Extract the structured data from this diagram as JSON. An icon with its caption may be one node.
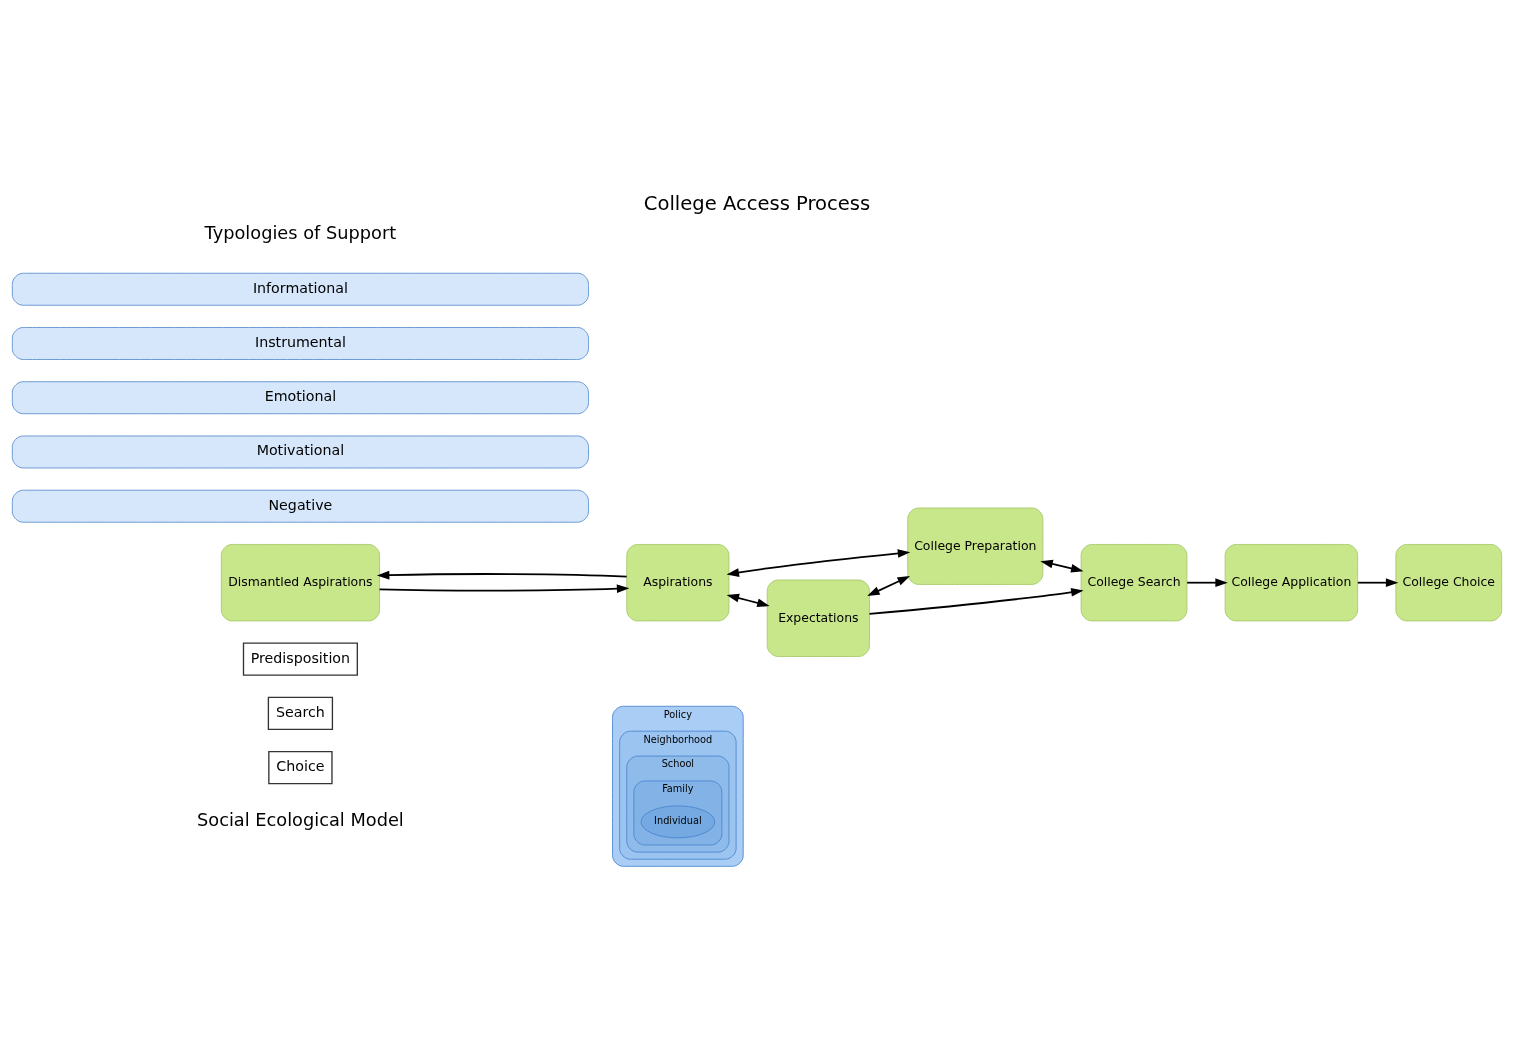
{
  "diagram": {
    "title": "College Access Process",
    "nodes": [
      {
        "text": [
          "Policy"
        ]
      },
      {
        "text": [
          "Neighborhood"
        ],
        "in": 0
      },
      {
        "text": [
          "School"
        ],
        "in": 1
      },
      {
        "text": [
          "Family"
        ],
        "in": 2
      },
      {
        "text": [
          "Individual"
        ],
        "in": 3
      },
      {
        "text": [
          "Predisposition"
        ]
      },
      {
        "text": [
          "Search"
        ]
      },
      {
        "text": [
          "Choice"
        ]
      },
      {
        "text": [
          "Dismantled Aspirations"
        ]
      },
      {
        "text": [
          "Aspirations"
        ]
      },
      {
        "text": [
          "Expectations"
        ]
      },
      {
        "text": [
          "College Preparation"
        ]
      },
      {
        "text": [
          "College Search"
        ]
      },
      {
        "text": [
          "College Application"
        ]
      },
      {
        "text": [
          "College Choice"
        ]
      },
      {
        "text": [
          "Informational"
        ]
      },
      {
        "text": [
          "Instrumental"
        ]
      },
      {
        "text": [
          "Emotional"
        ]
      },
      {
        "text": [
          "Motivational"
        ]
      },
      {
        "text": [
          "Negative"
        ]
      }
    ],
    "edges": [
      {
        "from": 9,
        "to": 8,
        "arrow": "to"
      },
      {
        "from": 8,
        "to": 9,
        "arrow": "to"
      },
      {
        "from": 9,
        "to": 11,
        "arrow": "both"
      },
      {
        "from": 10,
        "to": 11,
        "arrow": "both"
      },
      {
        "from": 9,
        "to": 10,
        "arrow": "both"
      },
      {
        "from": 11,
        "to": 12,
        "arrow": "both"
      },
      {
        "from": 10,
        "to": 12,
        "arrow": "to"
      },
      {
        "from": 12,
        "to": 13,
        "arrow": "to"
      },
      {
        "from": 13,
        "to": 14,
        "arrow": "to"
      }
    ],
    "labels": [
      "Social Ecological Model",
      "Typologies of Support"
    ]
  }
}
